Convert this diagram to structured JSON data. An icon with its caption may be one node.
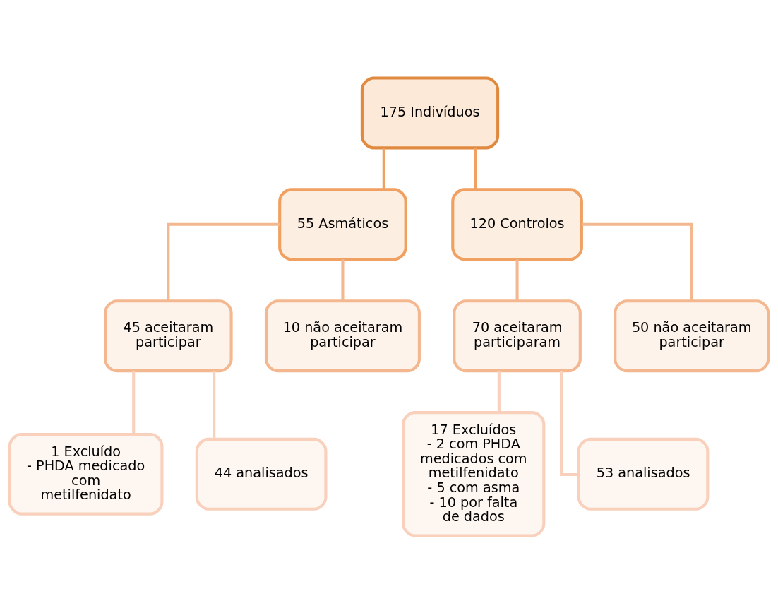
{
  "diagram": {
    "nodes": [
      {
        "text": [
          "175 Indivíduos"
        ]
      },
      {
        "text": [
          "55 Asmáticos"
        ]
      },
      {
        "text": [
          "120 Controlos"
        ]
      },
      {
        "text": [
          "45 aceitaram participar"
        ]
      },
      {
        "text": [
          "10 não aceitaram participar"
        ]
      },
      {
        "text": [
          "70 aceitaram participaram"
        ]
      },
      {
        "text": [
          "50 não aceitaram participar"
        ]
      },
      {
        "text": [
          "1 Excluído",
          "- PHDA medicado com metilfenidato"
        ]
      },
      {
        "text": [
          "44 analisados"
        ]
      },
      {
        "text": [
          "17 Excluídos",
          "- 2 com PHDA medicados com metilfenidato",
          "- 5 com asma",
          "- 10 por falta de dados"
        ]
      },
      {
        "text": [
          "53 analisados"
        ]
      }
    ],
    "edges": [
      {
        "from": 0,
        "to": 1,
        "arrow": "none",
        "color": "#f0a060"
      },
      {
        "from": 0,
        "to": 2,
        "arrow": "none",
        "color": "#f0a060"
      },
      {
        "from": 1,
        "to": 3,
        "arrow": "none"
      },
      {
        "from": 1,
        "to": 4,
        "arrow": "none"
      },
      {
        "from": 2,
        "to": 5,
        "arrow": "none"
      },
      {
        "from": 2,
        "to": 6,
        "arrow": "none"
      },
      {
        "from": 3,
        "to": 7,
        "arrow": "none",
        "color": "#f8d0bc"
      },
      {
        "from": 3,
        "to": 8,
        "arrow": "none",
        "color": "#f8d0bc"
      },
      {
        "from": 5,
        "to": 9,
        "arrow": "none",
        "color": "#f8d0bc"
      },
      {
        "from": 5,
        "to": 10,
        "arrow": "none",
        "color": "#f8d0bc"
      }
    ]
  }
}
